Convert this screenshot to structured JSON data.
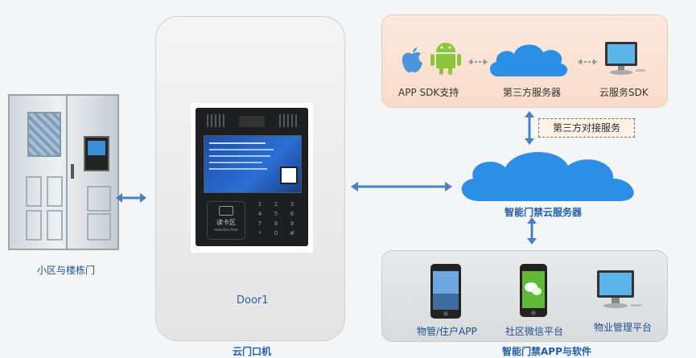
{
  "labels": {
    "door": "小区与楼栋门",
    "device_name": "Door1",
    "device_caption": "云门口机",
    "app_sdk": "APP SDK支持",
    "third_party_server": "第三方服务器",
    "cloud_sdk": "云服务SDK",
    "third_party_link": "第三方对接服务",
    "cloud_server": "智能门禁云服务器",
    "property_app": "物管/住户APP",
    "wechat": "社区微信平台",
    "property_platform": "物业管理平台",
    "app_software": "智能门禁APP与软件",
    "card_reader": "读卡区",
    "card_reader_en": "Induction Area"
  },
  "keypad_keys": [
    "1",
    "2",
    "3",
    "4",
    "5",
    "6",
    "7",
    "8",
    "9",
    "*",
    "0",
    "#"
  ],
  "colors": {
    "accent": "#4a7fc1",
    "label_blue": "#1d4f94",
    "cloud": "#2b8fe6",
    "top_panel": "#fbe3d5",
    "bottom_panel": "#dfe1e3"
  },
  "icons": {
    "apple": "apple-icon",
    "android": "android-icon",
    "cloud": "cloud-icon",
    "monitor": "monitor-icon",
    "phone": "phone-icon",
    "wechat": "wechat-icon"
  }
}
